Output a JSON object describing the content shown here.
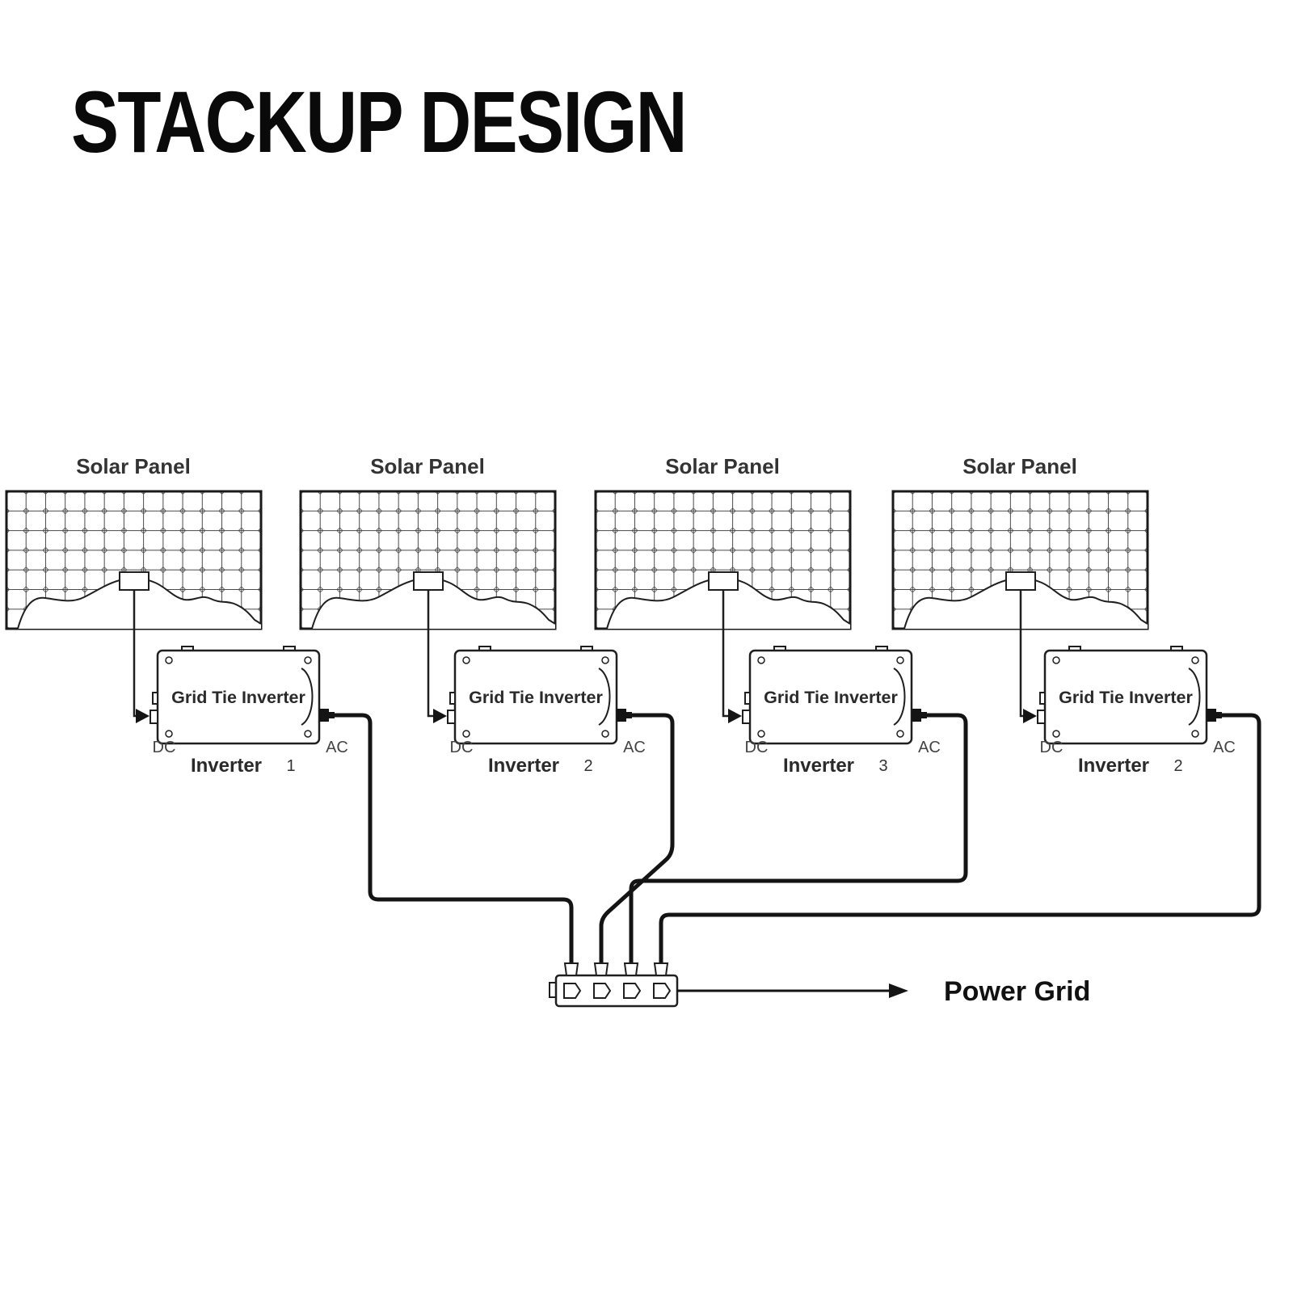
{
  "title": "STACKUP DESIGN",
  "units": [
    {
      "panel_label": "Solar Panel",
      "inverter_label": "Grid Tie Inverter",
      "dc_label": "DC",
      "ac_label": "AC",
      "inverter_name": "Inverter",
      "inverter_number": "1"
    },
    {
      "panel_label": "Solar Panel",
      "inverter_label": "Grid Tie Inverter",
      "dc_label": "DC",
      "ac_label": "AC",
      "inverter_name": "Inverter",
      "inverter_number": "2"
    },
    {
      "panel_label": "Solar Panel",
      "inverter_label": "Grid Tie Inverter",
      "dc_label": "DC",
      "ac_label": "AC",
      "inverter_name": "Inverter",
      "inverter_number": "3"
    },
    {
      "panel_label": "Solar Panel",
      "inverter_label": "Grid Tie Inverter",
      "dc_label": "DC",
      "ac_label": "AC",
      "inverter_name": "Inverter",
      "inverter_number": "2"
    }
  ],
  "output": {
    "label": "Power Grid"
  },
  "colors": {
    "line": "#1f1f1f",
    "background": "#ffffff"
  }
}
